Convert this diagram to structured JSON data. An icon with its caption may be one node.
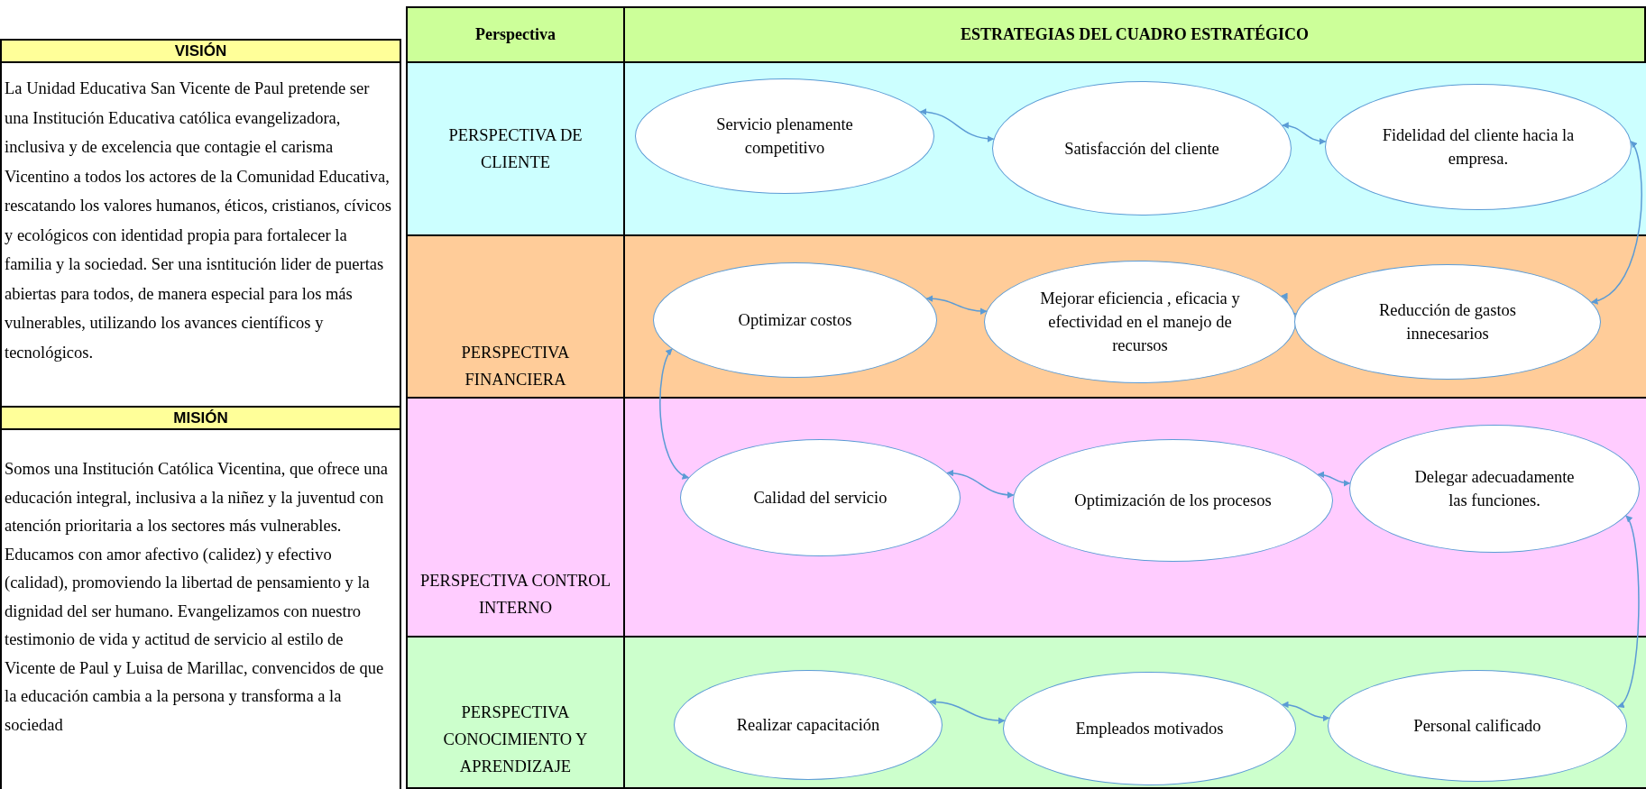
{
  "diagram": {
    "nodes": [
      {
        "text": [
          "VISIÓN",
          "La Unidad Educativa San Vicente de Paul pretende ser una Institución Educativa católica evangelizadora, inclusiva y de excelencia que contagie el carisma Vicentino a todos los actores de la Comunidad Educativa, rescatando los valores humanos, éticos, cristianos, cívicos y ecológicos con identidad propia para fortalecer la familia y la sociedad. Ser una isntitución lider de puertas abiertas para todos, de manera especial para los más vulnerables, utilizando los avances científicos y tecnológicos."
        ]
      },
      {
        "text": [
          "MISIÓN",
          "Somos una Institución Católica Vicentina, que ofrece una educación integral, inclusiva a la niñez y la juventud con atención prioritaria a los sectores más vulnerables. Educamos con amor afectivo (calidez) y efectivo (calidad), promoviendo la libertad de pensamiento y la dignidad del ser humano. Evangelizamos con nuestro testimonio de vida y actitud de servicio al estilo de Vicente de Paul y Luisa de Marillac, convencidos de que la educación cambia a la persona y transforma a la sociedad"
        ]
      },
      {
        "text": [
          "PERSPECTIVA DE CLIENTE"
        ]
      },
      {
        "text": [
          "PERSPECTIVA FINANCIERA"
        ]
      },
      {
        "text": [
          "PERSPECTIVA CONTROL INTERNO"
        ]
      },
      {
        "text": [
          "PERSPECTIVA CONOCIMIENTO Y APRENDIZAJE"
        ]
      },
      {
        "text": [
          "Servicio plenamente competitivo"
        ]
      },
      {
        "text": [
          "Satisfacción del cliente"
        ]
      },
      {
        "text": [
          "Fidelidad del cliente hacia la empresa."
        ]
      },
      {
        "text": [
          "Optimizar costos"
        ]
      },
      {
        "text": [
          "Mejorar eficiencia , eficacia y efectividad en el manejo de recursos"
        ]
      },
      {
        "text": [
          "Reducción de gastos innecesarios"
        ]
      },
      {
        "text": [
          "Calidad del servicio"
        ]
      },
      {
        "text": [
          "Optimización de los procesos"
        ]
      },
      {
        "text": [
          "Delegar adecuadamente las funciones."
        ]
      },
      {
        "text": [
          "Realizar capacitación"
        ]
      },
      {
        "text": [
          "Empleados motivados"
        ]
      },
      {
        "text": [
          "Personal calificado"
        ]
      }
    ],
    "edges": [
      {
        "from": 6,
        "to": 7,
        "arrow": "both"
      },
      {
        "from": 7,
        "to": 8,
        "arrow": "both"
      },
      {
        "from": 8,
        "to": 11,
        "arrow": "both"
      },
      {
        "from": 11,
        "to": 10,
        "arrow": "both"
      },
      {
        "from": 10,
        "to": 9,
        "arrow": "both"
      },
      {
        "from": 9,
        "to": 12,
        "arrow": "both"
      },
      {
        "from": 12,
        "to": 13,
        "arrow": "both"
      },
      {
        "from": 13,
        "to": 14,
        "arrow": "both"
      },
      {
        "from": 14,
        "to": 17,
        "arrow": "both"
      },
      {
        "from": 17,
        "to": 16,
        "arrow": "both"
      },
      {
        "from": 16,
        "to": 15,
        "arrow": "both"
      }
    ],
    "labels": [
      "Perspectiva",
      "ESTRATEGIAS DEL CUADRO ESTRATÉGICO"
    ]
  }
}
